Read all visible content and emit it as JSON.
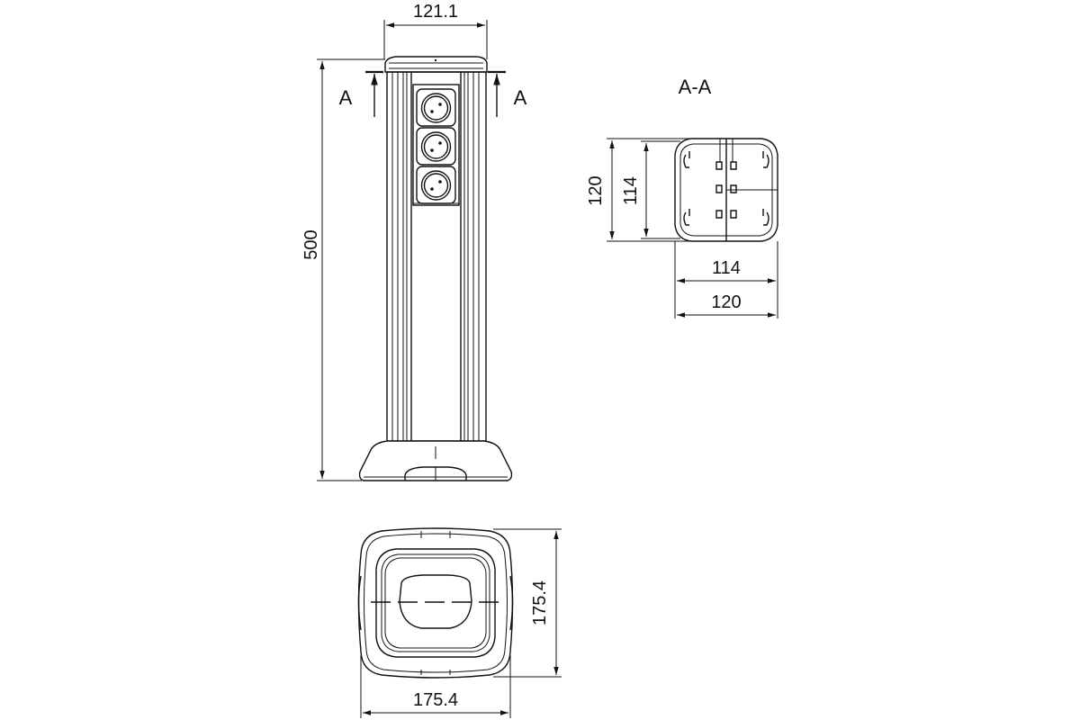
{
  "front_view": {
    "top_width": "121.1",
    "height": "500",
    "section_letter_left": "A",
    "section_letter_right": "A",
    "socket_count": 3
  },
  "section_view": {
    "title": "A-A",
    "outer_height": "120",
    "inner_height": "114",
    "inner_width": "114",
    "outer_width": "120"
  },
  "base_view": {
    "width": "175.4",
    "depth": "175.4"
  },
  "colors": {
    "line": "#111111",
    "background": "#ffffff"
  }
}
